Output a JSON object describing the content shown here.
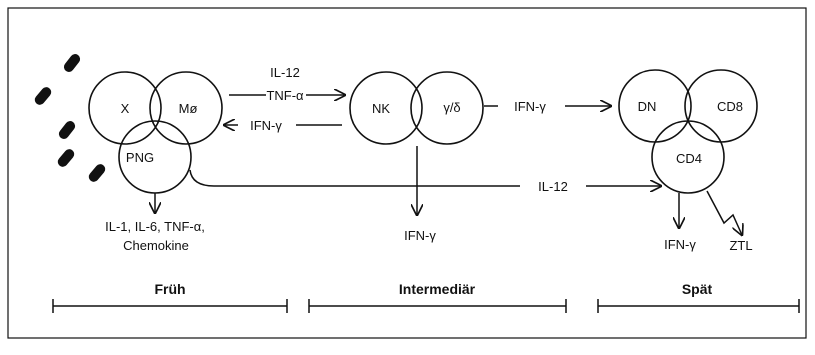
{
  "early_group": {
    "circle_x": "X",
    "circle_macrophage": "Mø",
    "circle_png": "PNG",
    "output_line1": "IL-1, IL-6, TNF-α,",
    "output_line2": "Chemokine"
  },
  "intermediate_group": {
    "circle_nk": "NK",
    "circle_gamma_delta": "γ/δ",
    "output": "IFN-γ"
  },
  "late_group": {
    "circle_dn": "DN",
    "circle_cd8": "CD8",
    "circle_cd4": "CD4",
    "output_ifn": "IFN-γ",
    "output_ztl": "ZTL"
  },
  "arrows": {
    "il12_top": "IL-12",
    "tnf_alpha": "TNF-α",
    "ifn_gamma_back": "IFN-γ",
    "ifn_gamma_to_late": "IFN-γ",
    "il12_bottom": "IL-12"
  },
  "phases": {
    "early": "Früh",
    "intermediate": "Intermediär",
    "late": "Spät"
  }
}
